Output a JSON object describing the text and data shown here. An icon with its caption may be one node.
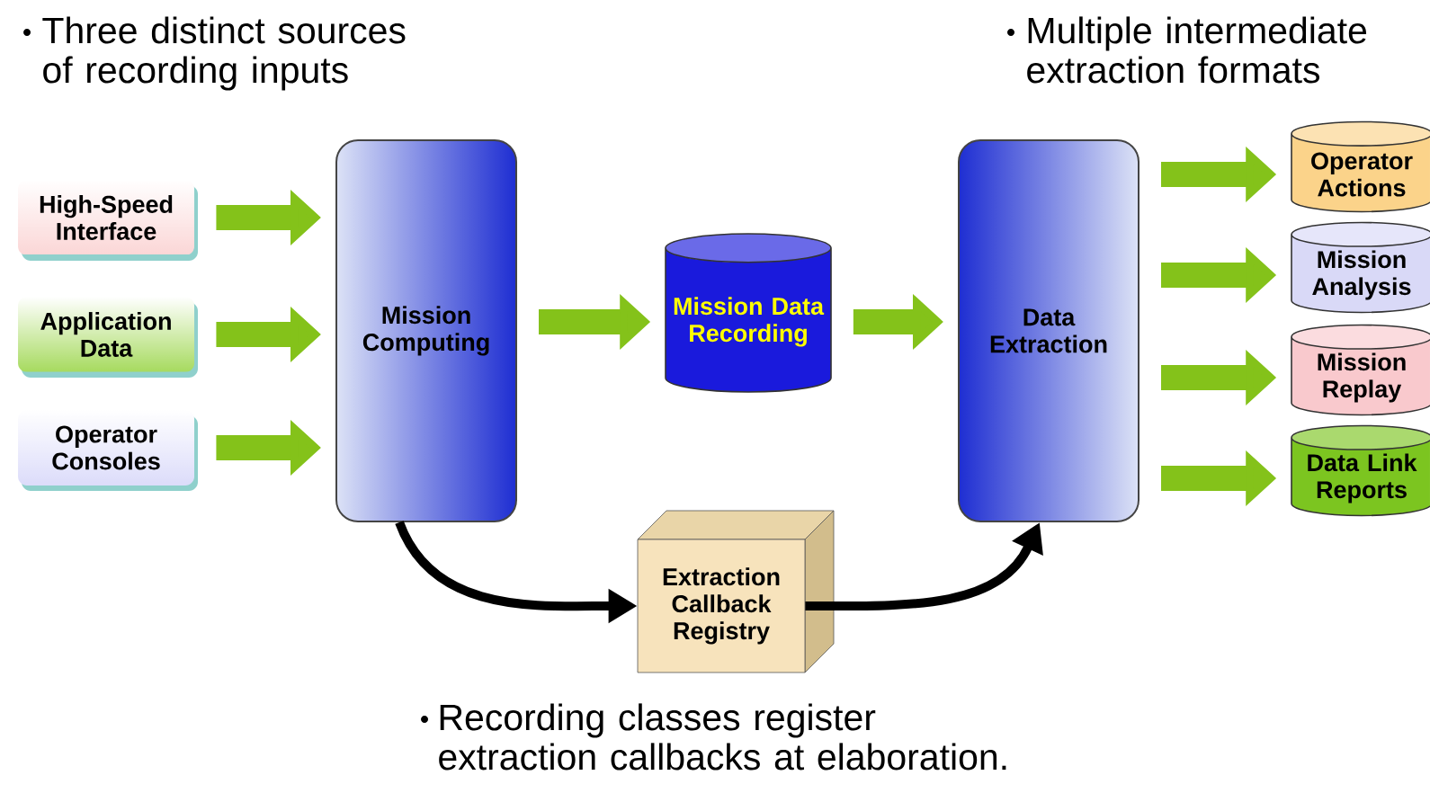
{
  "diagram": {
    "nodes": [
      {
        "text": [
          "High-Speed Interface"
        ]
      },
      {
        "text": [
          "Application Data"
        ]
      },
      {
        "text": [
          "Operator Consoles"
        ]
      },
      {
        "text": [
          "Mission Computing"
        ]
      },
      {
        "text": [
          "Mission Data Recording"
        ]
      },
      {
        "text": [
          "Data Extraction"
        ]
      },
      {
        "text": [
          "Operator Actions"
        ]
      },
      {
        "text": [
          "Mission Analysis"
        ]
      },
      {
        "text": [
          "Mission Replay"
        ]
      },
      {
        "text": [
          "Data Link Reports"
        ]
      },
      {
        "text": [
          "Extraction Callback Registry"
        ]
      }
    ],
    "edges": [
      {
        "from": 0,
        "to": 3,
        "arrow": "to"
      },
      {
        "from": 1,
        "to": 3,
        "arrow": "to"
      },
      {
        "from": 2,
        "to": 3,
        "arrow": "to"
      },
      {
        "from": 3,
        "to": 4,
        "arrow": "to"
      },
      {
        "from": 4,
        "to": 5,
        "arrow": "to"
      },
      {
        "from": 5,
        "to": 6,
        "arrow": "to"
      },
      {
        "from": 5,
        "to": 7,
        "arrow": "to"
      },
      {
        "from": 5,
        "to": 8,
        "arrow": "to"
      },
      {
        "from": 5,
        "to": 9,
        "arrow": "to"
      },
      {
        "from": 3,
        "to": 10,
        "arrow": "to",
        "color": "#000000"
      },
      {
        "from": 10,
        "to": 5,
        "arrow": "to",
        "color": "#000000"
      }
    ],
    "labels": [
      "Three distinct sources of recording inputs",
      "Multiple intermediate extraction formats",
      "Recording classes register extraction callbacks at elaboration."
    ]
  }
}
